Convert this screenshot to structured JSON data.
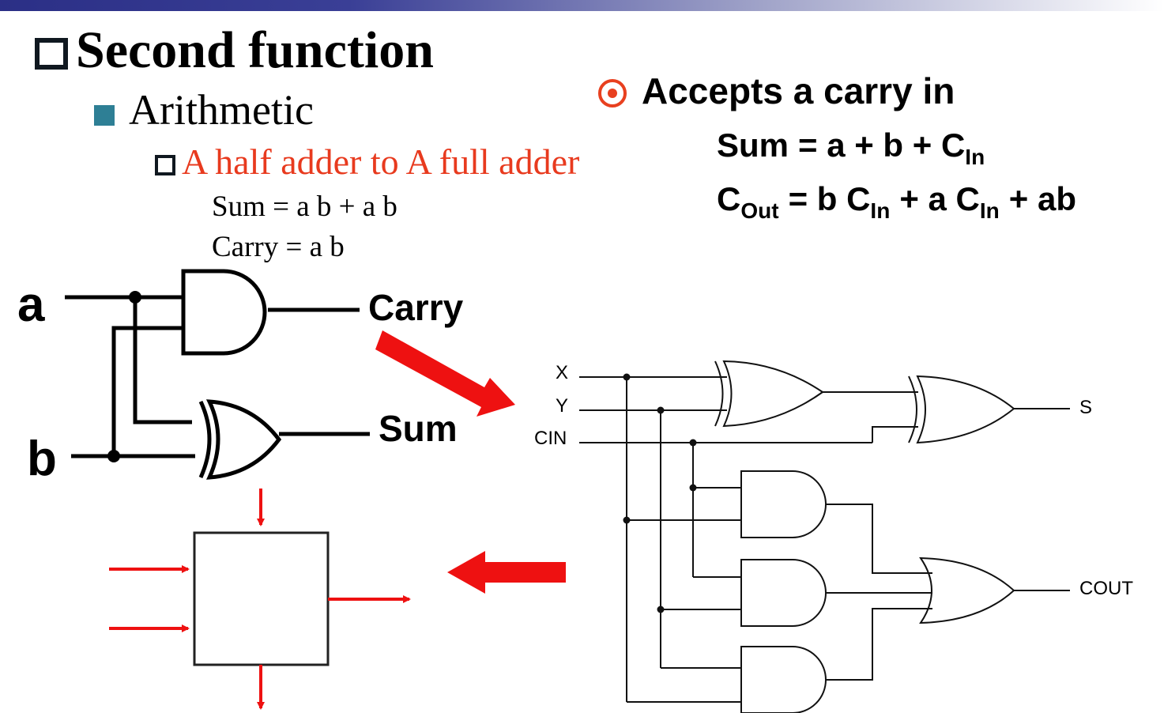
{
  "slide": {
    "title": "Second function",
    "level2": "Arithmetic",
    "level3": "A half adder to A full adder",
    "half_sum_eq": "Sum = a b + a b",
    "half_carry_eq": "Carry = a b"
  },
  "right": {
    "heading": "Accepts a carry in",
    "sum_eq": {
      "lhs": "Sum",
      "expr": "= a + b + C",
      "sub": "In"
    },
    "cout_eq": {
      "c": "C",
      "c_sub": "Out",
      "mid": "= b C",
      "mid_sub": "In",
      "mid2": "+ a C",
      "mid2_sub": "In",
      "tail": "+ ab"
    }
  },
  "half_adder": {
    "input_a": "a",
    "input_b": "b",
    "output_carry": "Carry",
    "output_sum": "Sum"
  },
  "adder_block": {
    "symbol": "+"
  },
  "full_adder": {
    "input_x": "X",
    "input_y": "Y",
    "input_cin": "CIN",
    "output_s": "S",
    "output_cout": "COUT"
  },
  "colors": {
    "accent_red": "#ee1111",
    "title_red": "#e83a1e",
    "plus_blue": "#3636c8",
    "bullet_teal": "#2e7f95"
  }
}
